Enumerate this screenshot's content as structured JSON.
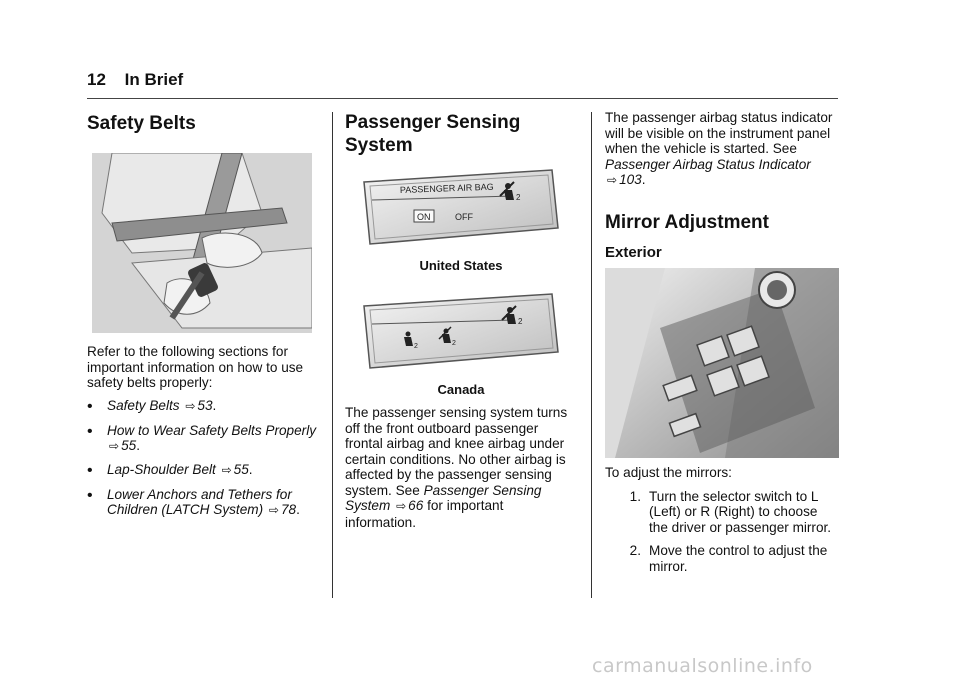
{
  "header": {
    "page_number": "12",
    "section": "In Brief"
  },
  "col1": {
    "title": "Safety Belts",
    "intro": "Refer to the following sections for important information on how to use safety belts properly:",
    "bullets": [
      {
        "text": "Safety Belts",
        "page": "53"
      },
      {
        "text": "How to Wear Safety Belts Properly",
        "page": "55"
      },
      {
        "text": "Lap-Shoulder Belt",
        "page": "55"
      },
      {
        "text": "Lower Anchors and Tethers for Children (LATCH System)",
        "page": "78"
      }
    ]
  },
  "col2": {
    "title": "Passenger Sensing System",
    "panel_us": {
      "label": "PASSENGER AIR BAG",
      "on": "ON",
      "off": "OFF"
    },
    "caption_us": "United States",
    "caption_ca": "Canada",
    "body_start": "The passenger sensing system turns off the front outboard passenger frontal airbag and knee airbag under certain conditions. No other airbag is affected by the passenger sensing system. See",
    "ref_text": "Passenger Sensing System",
    "ref_page": "66",
    "body_end": "for important information."
  },
  "col3": {
    "intro": "The passenger airbag status indicator will be visible on the instrument panel when the vehicle is started. See",
    "ref_text": "Passenger Airbag Status Indicator",
    "ref_page": "103",
    "title": "Mirror Adjustment",
    "subtitle": "Exterior",
    "lead": "To adjust the mirrors:",
    "steps": [
      {
        "n": "1.",
        "text": "Turn the selector switch to L (Left) or R (Right) to choose the driver or passenger mirror."
      },
      {
        "n": "2.",
        "text": "Move the control to adjust the mirror."
      }
    ]
  },
  "icons": {
    "page_ref": "⇨"
  },
  "footer": "carmanualsonline.info"
}
